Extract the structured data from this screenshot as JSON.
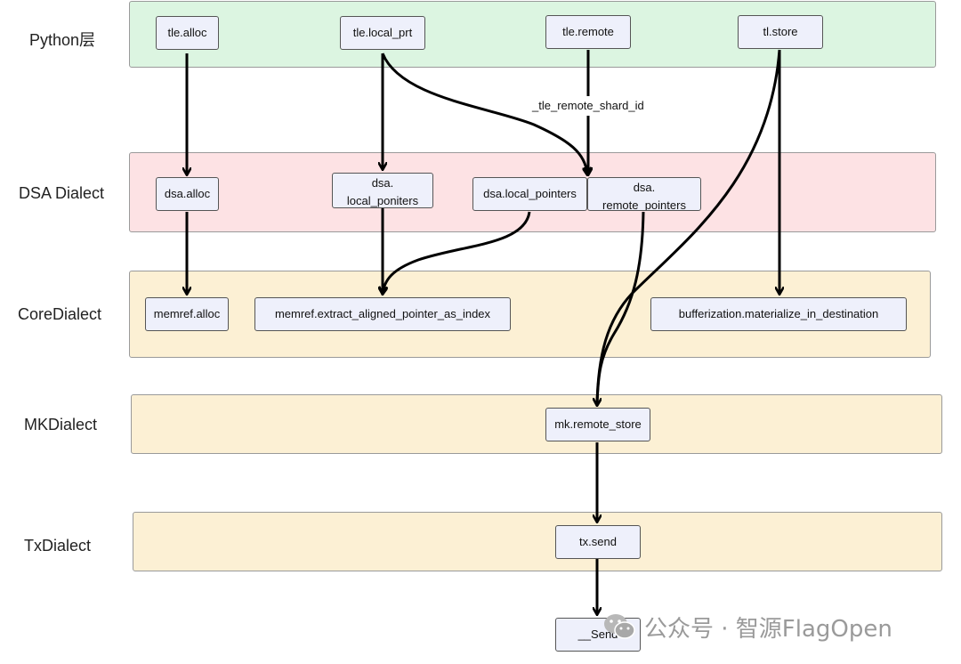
{
  "colors": {
    "python_lane": "#dcf5e1",
    "dsa_lane": "#fde2e4",
    "core_lane": "#fcf0d4",
    "mk_lane": "#fcf0d4",
    "tx_lane": "#fcf0d4",
    "node_fill": "#eef0fb",
    "edge": "#000000",
    "watermark": "#9a9a9a"
  },
  "lanes": {
    "python": "Python层",
    "dsa": "DSA Dialect",
    "core": "CoreDialect",
    "mk": "MKDialect",
    "tx": "TxDialect"
  },
  "nodes": {
    "tle_alloc": "tle.alloc",
    "tle_local_prt": "tle.local_prt",
    "tle_remote": "tle.remote",
    "tl_store": "tl.store",
    "dsa_alloc": "dsa.alloc",
    "dsa_local_poniters": "dsa.\nlocal_poniters",
    "dsa_local_pointers": "dsa.local_pointers",
    "dsa_remote_pointers": "dsa.\nremote_pointers",
    "memref_alloc": "memref.alloc",
    "memref_extract": "memref.extract_aligned_pointer_as_index",
    "bufferization": "bufferization.materialize_in_destination",
    "mk_remote_store": "mk.remote_store",
    "tx_send": "tx.send",
    "send": "__Send"
  },
  "edge_labels": {
    "remote_shard_id": "_tle_remote_shard_id"
  },
  "watermark": {
    "icon": "wechat-icon",
    "text": "公众号 · 智源FlagOpen"
  }
}
